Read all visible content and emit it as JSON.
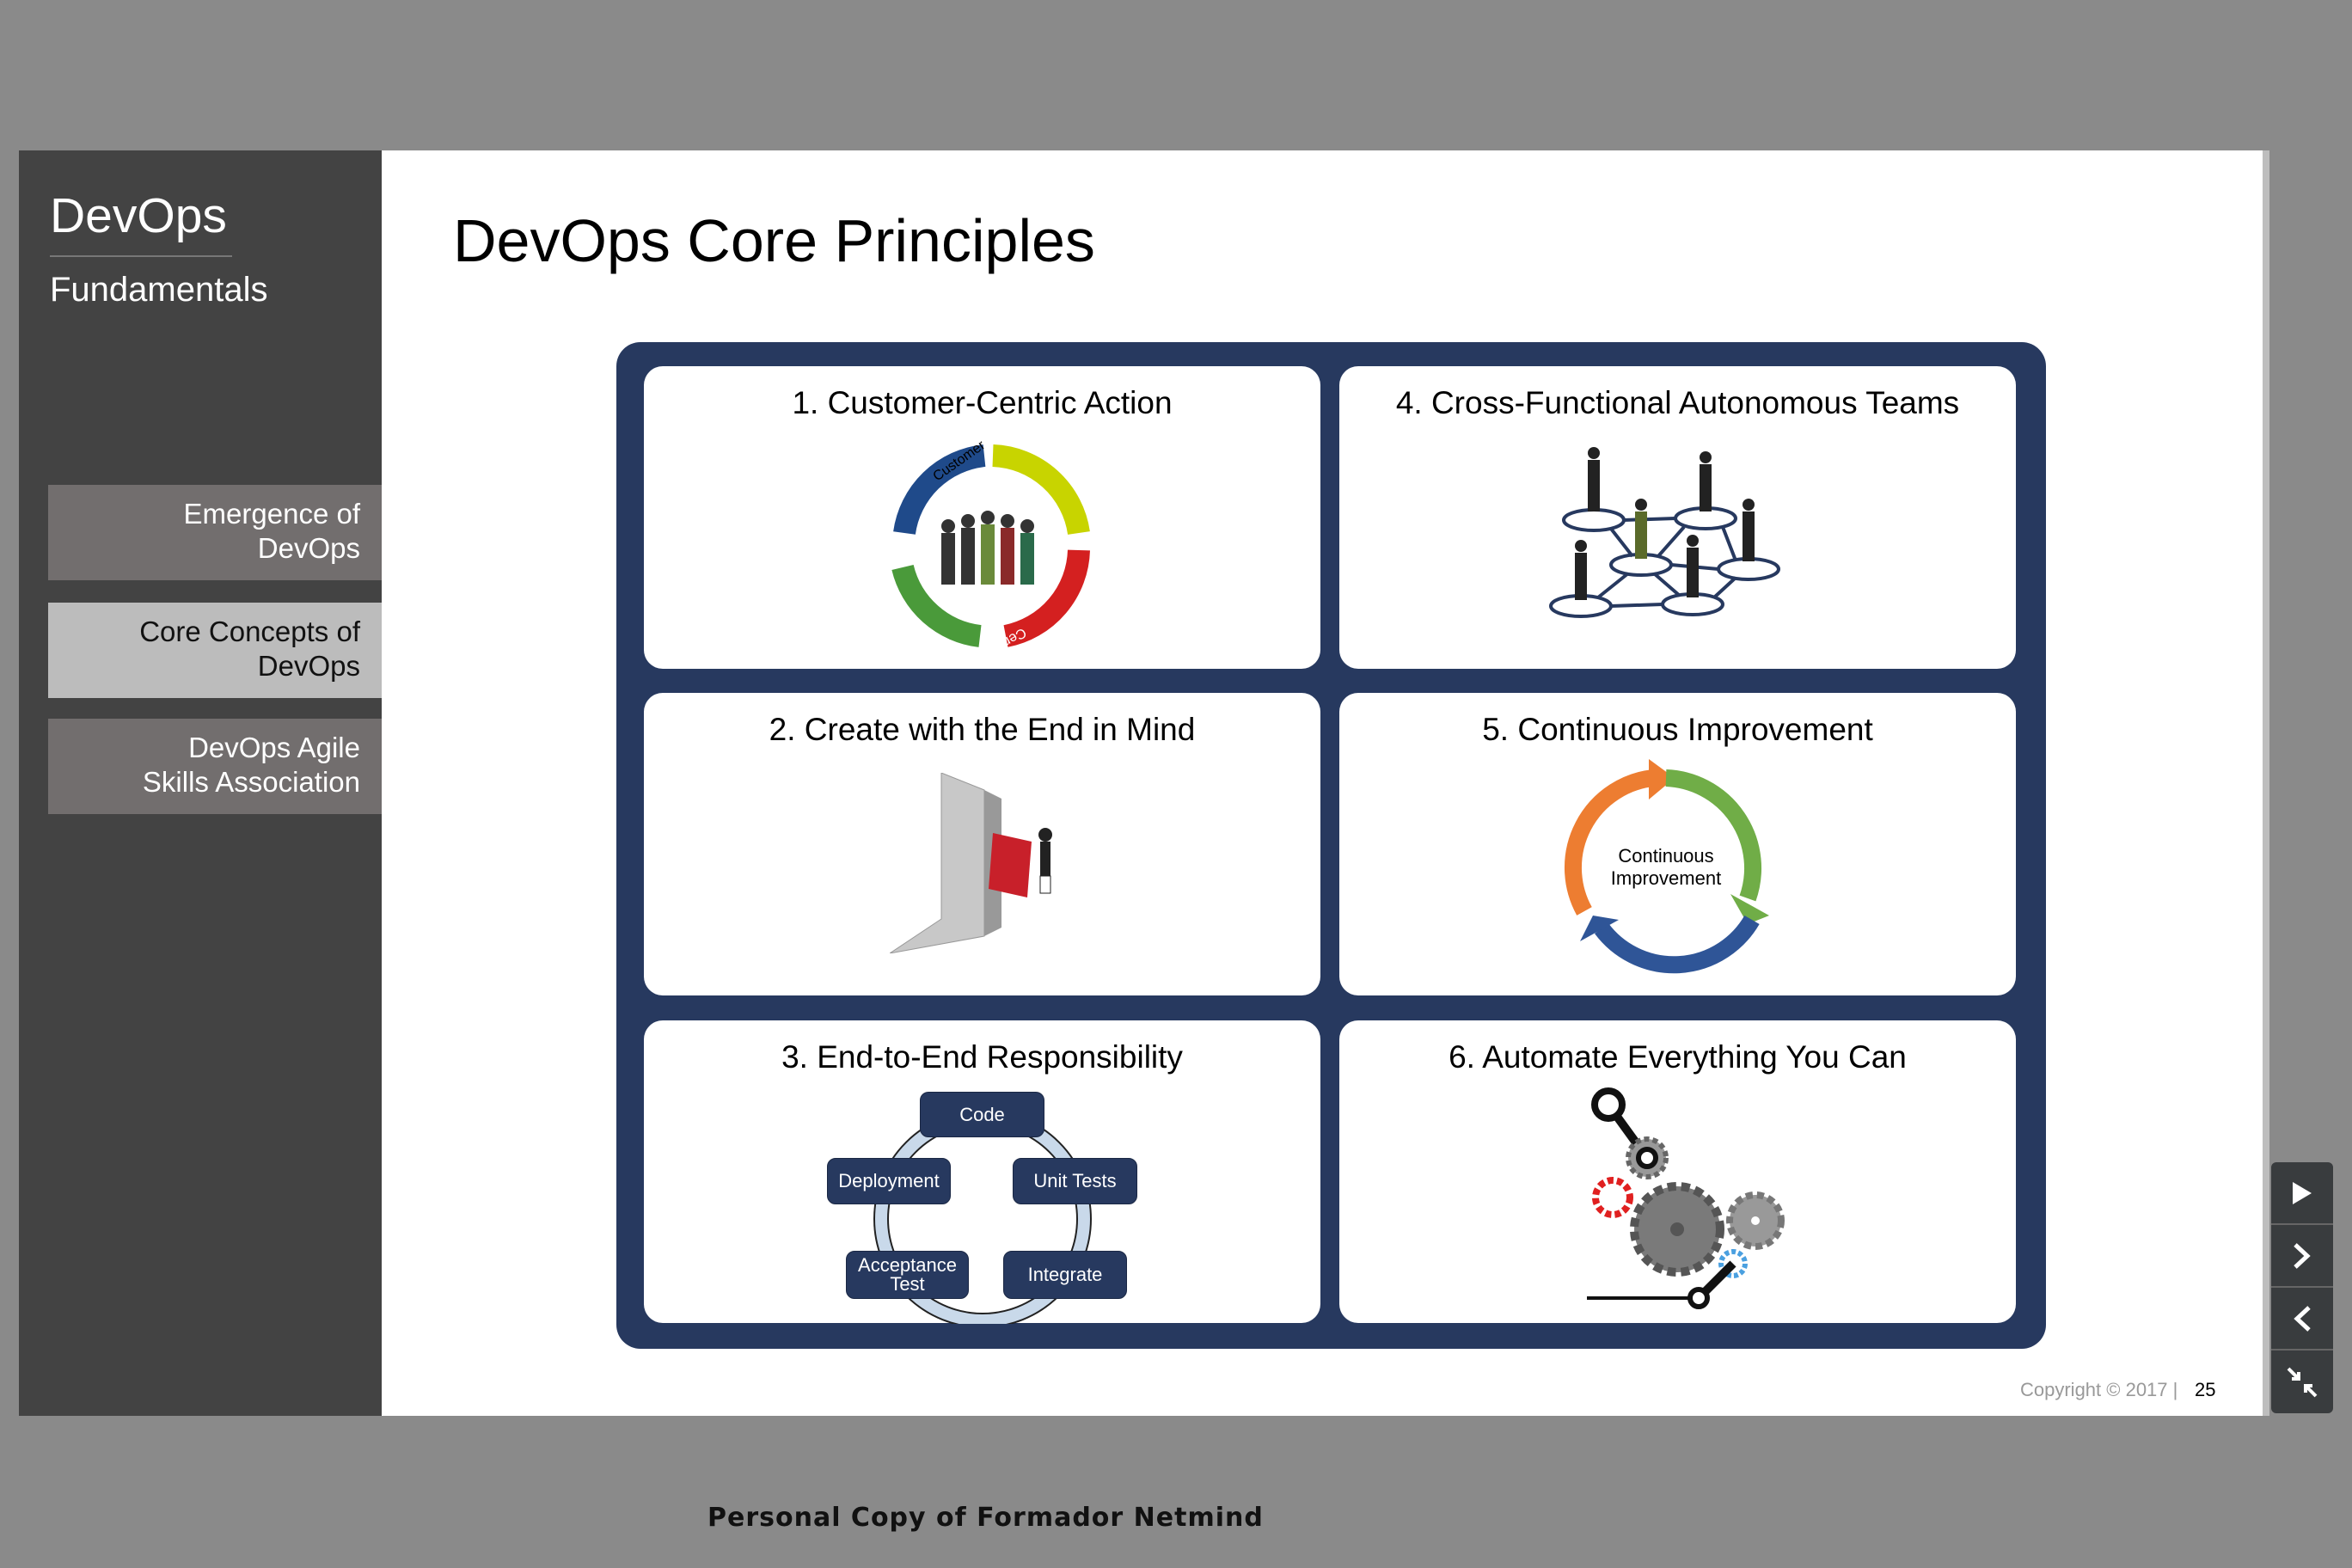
{
  "sidebar": {
    "title": "DevOps",
    "subtitle": "Fundamentals",
    "items": [
      {
        "label_1": "Emergence of",
        "label_2": "DevOps",
        "active": false
      },
      {
        "label_1": "Core Concepts of",
        "label_2": "DevOps",
        "active": true
      },
      {
        "label_1": "DevOps Agile",
        "label_2": "Skills Association",
        "active": false
      }
    ]
  },
  "slide": {
    "title": "DevOps Core Principles",
    "cards": [
      {
        "title": "1. Customer-Centric Action",
        "ring_text_1": "Customer",
        "ring_text_2": "Centric"
      },
      {
        "title": "2. Create with the End in Mind"
      },
      {
        "title": "3. End-to-End Responsibility",
        "steps": [
          "Code",
          "Unit Tests",
          "Integrate",
          "Acceptance Test",
          "Deployment"
        ]
      },
      {
        "title": "4. Cross-Functional Autonomous Teams"
      },
      {
        "title": "5. Continuous Improvement",
        "center_1": "Continuous",
        "center_2": "Improvement"
      },
      {
        "title": "6. Automate Everything You Can"
      }
    ],
    "copyright": "Copyright © 2017  |",
    "page": "25"
  },
  "controls": {
    "play": "play-icon",
    "next": "chevron-right-icon",
    "prev": "chevron-left-icon",
    "exit_fullscreen": "collapse-icon"
  },
  "footer": "Personal Copy of Formador Netmind",
  "colors": {
    "navy": "#27395f",
    "sidebar": "#434343",
    "nav_item": "#726e6e",
    "nav_active": "#bcbcbc"
  }
}
